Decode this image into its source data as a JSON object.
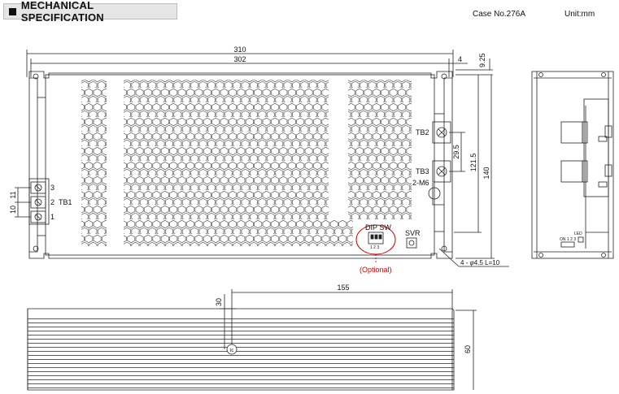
{
  "header": {
    "title": "MECHANICAL SPECIFICATION"
  },
  "case_no": "Case No.276A",
  "unit": "Unit:mm",
  "top_view": {
    "dim_overall_width": "310",
    "dim_inner_width": "302",
    "dim_edge": "4",
    "dim_top_offset": "9.25",
    "dim_height": "140",
    "dim_inner_height": "121.5",
    "dim_tb_gap": "29.5",
    "dim_pitch1": "11",
    "dim_pitch2": "10",
    "tb2_label": "TB2",
    "tb3_label": "TB3",
    "screw_label": "2-M6",
    "tb1_label": "TB1",
    "pin3": "3",
    "pin2": "2",
    "pin1": "1",
    "dip_label": "DIP SW",
    "dip_pins": "1 2 3",
    "svr_label": "SVR",
    "optional_label": "(Optional)",
    "mount_prefix": "4 - ",
    "mount_phi": "φ",
    "mount_rest": "4.5  L=10",
    "colors": {
      "optional": "#d40000",
      "line": "#222222"
    }
  },
  "side_view": {
    "on_label": "ON",
    "dip_label": "1 2 3",
    "led_label": "LED"
  },
  "front_view": {
    "dim_155": "155",
    "dim_30": "30",
    "dim_60": "60",
    "tc_label": "tc"
  }
}
